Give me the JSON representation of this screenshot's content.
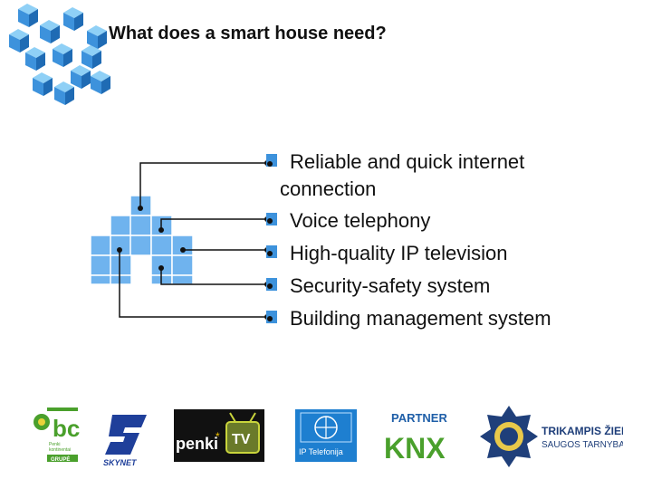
{
  "slide": {
    "title": "What does a smart house need?",
    "bullets": [
      {
        "lines": [
          "Reliable and quick internet",
          "connection"
        ]
      },
      {
        "lines": [
          "Voice telephony"
        ]
      },
      {
        "lines": [
          "High-quality IP television"
        ]
      },
      {
        "lines": [
          "Security-safety system"
        ]
      },
      {
        "lines": [
          "Building management system"
        ]
      }
    ]
  },
  "logos": {
    "penki_tv": {
      "brand": "penki",
      "badge": "TV"
    },
    "ip_telefonija": {
      "label": "IP Telefonija"
    },
    "knx": {
      "arc": "PARTNER",
      "wordmark": "KNX"
    },
    "skynet": {
      "wordmark": "SKYNET"
    },
    "trikampis": {
      "line1": "TRIKAMPIS ŽIEDAS",
      "line2": "SAUGOS TARNYBA"
    },
    "penki_kontinentai": {
      "line1": "Penki",
      "line2": "kontinentai",
      "line3": "GRUPĖ"
    }
  },
  "colors": {
    "cube_top": "#7fc4f0",
    "cube_front": "#3a8fd8",
    "cube_side": "#1f6bb4",
    "house_block": "#6fb3ee",
    "connector": "#111111",
    "knx_green": "#4aa02c",
    "knx_blue": "#1f5fa8",
    "ip_blue": "#1e7fd0"
  }
}
